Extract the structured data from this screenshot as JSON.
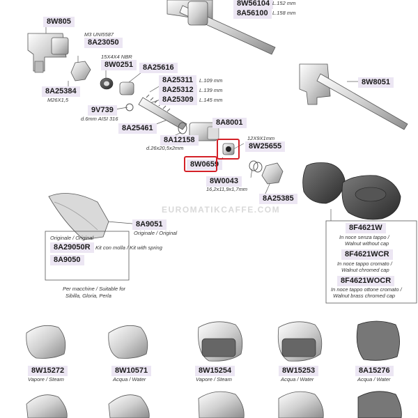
{
  "watermark": "EUROMATIKCAFFE.COM",
  "parts": {
    "w56104": {
      "code": "8W56104",
      "desc": "L.152 mm"
    },
    "a56100": {
      "code": "8A56100",
      "desc": "L.158 mm"
    },
    "w805": {
      "code": "8W805"
    },
    "a23050": {
      "code": "8A23050",
      "desc": "M3 UNI5587"
    },
    "w0251": {
      "code": "8W0251",
      "desc": "15X4X4 NBR"
    },
    "a25616": {
      "code": "8A25616"
    },
    "a25384": {
      "code": "8A25384",
      "desc": "M26X1,5"
    },
    "a25311": {
      "code": "8A25311",
      "desc": "L.109 mm"
    },
    "a25312": {
      "code": "8A25312",
      "desc": "L.139 mm"
    },
    "a25309": {
      "code": "8A25309",
      "desc": "L.145 mm"
    },
    "w8051": {
      "code": "8W8051"
    },
    "v739": {
      "code": "9V739",
      "desc": "d.6mm AISI 316"
    },
    "a8001": {
      "code": "8A8001"
    },
    "a25461": {
      "code": "8A25461"
    },
    "a12158": {
      "code": "8A12158",
      "desc": "d.26x20,5x2mm"
    },
    "w25655": {
      "code": "8W25655",
      "desc": "12X9X1mm"
    },
    "w0659": {
      "code": "8W0659"
    },
    "w0043": {
      "code": "8W0043",
      "desc": "16,2x11,9x1,7mm"
    },
    "a25385": {
      "code": "8A25385"
    },
    "a9051": {
      "code": "8A9051",
      "desc": "Originale / Original"
    },
    "a29050r": {
      "code": "8A29050R",
      "desc": "Kit con molla / Kit with spring"
    },
    "a9050": {
      "code": "8A9050"
    },
    "f4621w": {
      "code": "8F4621W",
      "desc1": "In noce senza tappo /",
      "desc2": "Walnut without cap"
    },
    "f4621wcr": {
      "code": "8F4621WCR",
      "desc1": "In noce tappo cromato /",
      "desc2": "Walnut chromed cap"
    },
    "f4621wocr": {
      "code": "8F4621WOCR",
      "desc1": "In noce tappo ottone cromato /",
      "desc2": "Walnut brass chromed cap"
    },
    "w15272": {
      "code": "8W15272",
      "desc": "Vapore / Steam"
    },
    "w10571": {
      "code": "8W10571",
      "desc": "Acqua / Water"
    },
    "w15254": {
      "code": "8W15254",
      "desc": "Vapore / Steam"
    },
    "w15253": {
      "code": "8W15253",
      "desc": "Acqua / Water"
    },
    "a15276": {
      "code": "8A15276",
      "desc": "Acqua / Water"
    }
  },
  "knob_panel": {
    "original_label": "Originale / Original",
    "machines_line1": "Per macchine / Suitable for",
    "machines_line2": "Sibilla, Gloria, Perla"
  }
}
